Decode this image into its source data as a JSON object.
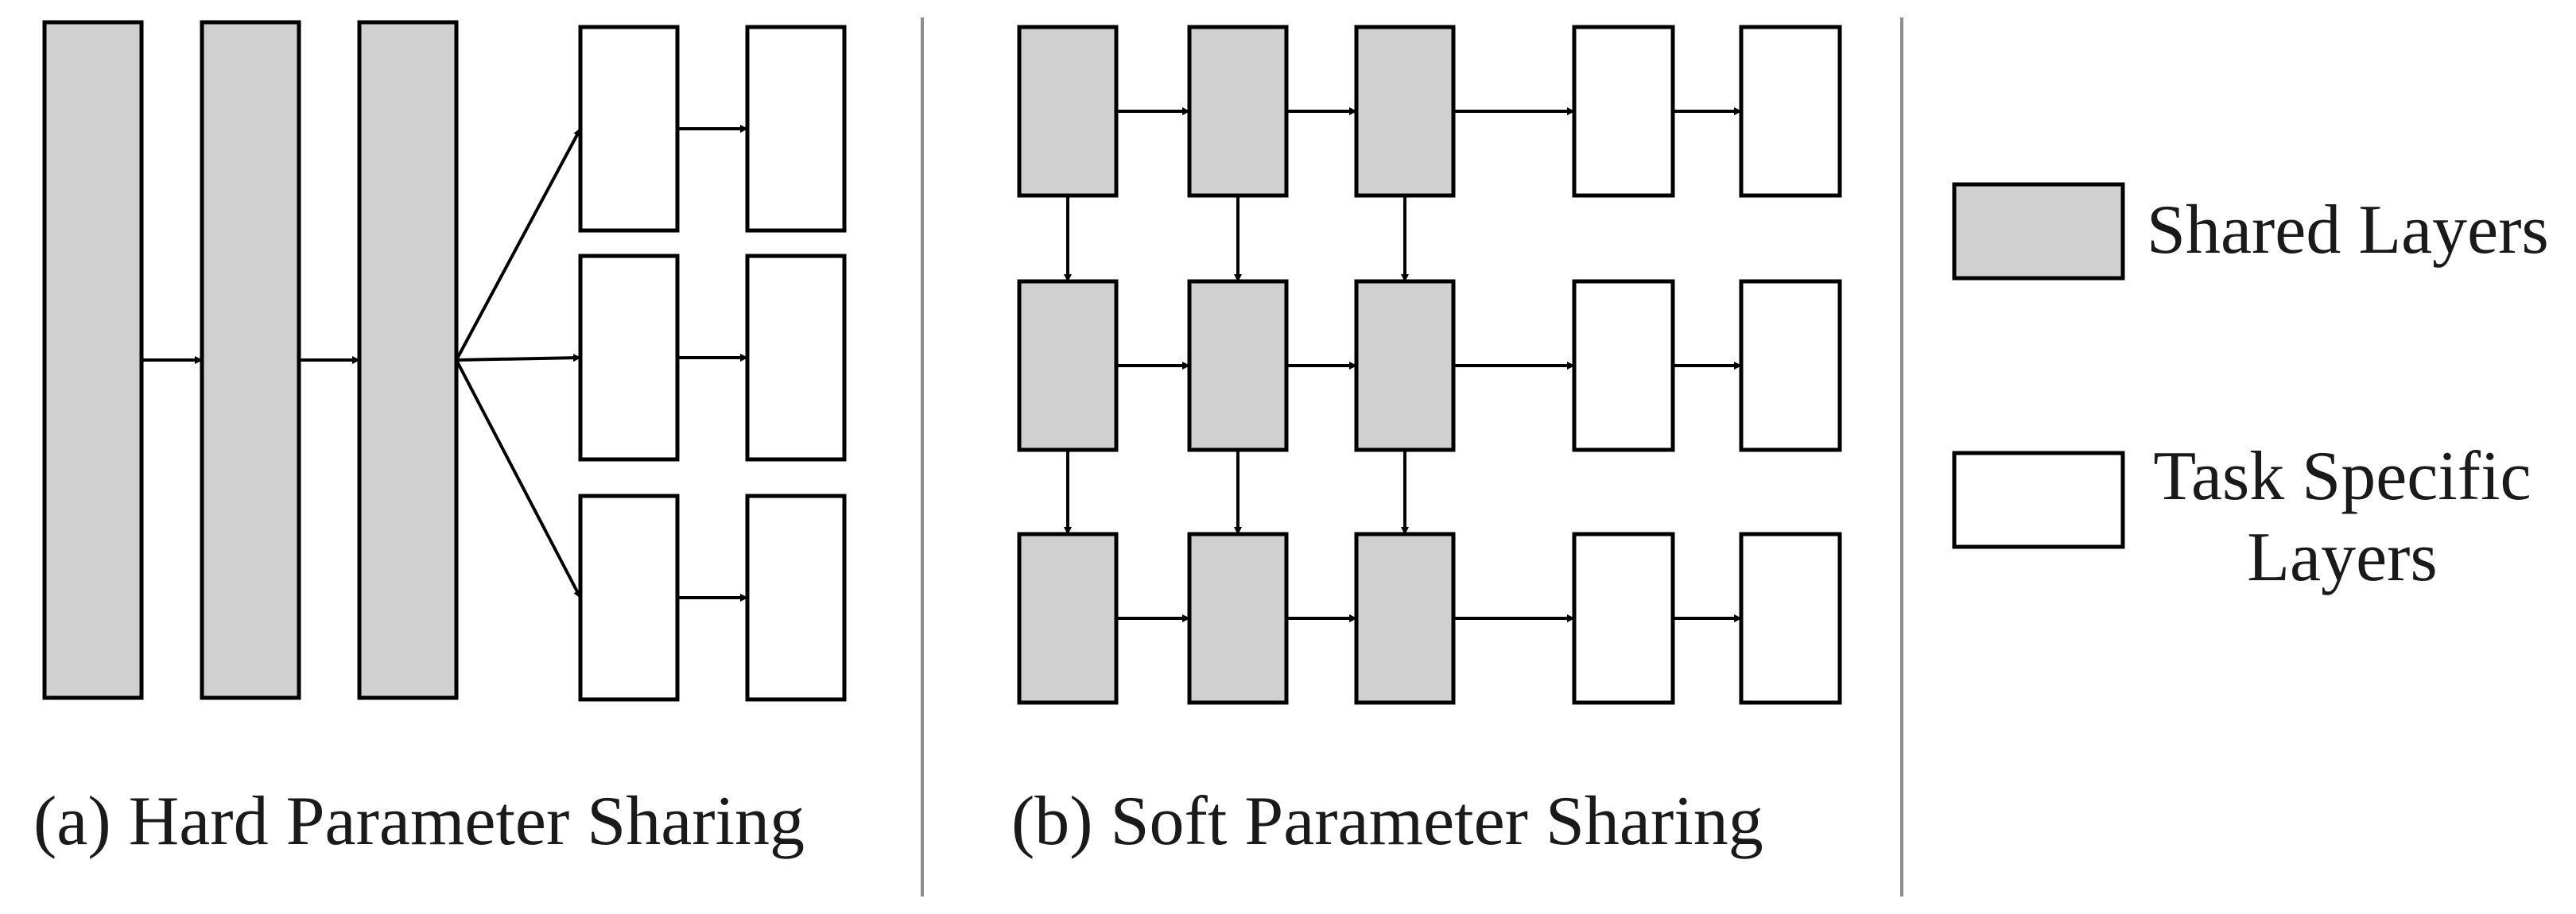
{
  "colors": {
    "shared_fill": "#d0d0d0",
    "task_fill": "#ffffff",
    "stroke": "#000000",
    "divider": "#8c8c8c",
    "text": "#1a1a1a"
  },
  "panels": {
    "hard": {
      "caption": "(a) Hard Parameter Sharing",
      "shared_layer_count": 3,
      "task_branches": 3,
      "task_layers_per_branch": 2
    },
    "soft": {
      "caption": "(b) Soft Parameter Sharing",
      "task_rows": 3,
      "shared_layers_per_row": 3,
      "task_layers_per_row": 2
    }
  },
  "legend": {
    "shared": {
      "label": "Shared Layers",
      "icon": "shared-layer-swatch"
    },
    "task": {
      "label_line1": "Task Specific",
      "label_line2": "Layers",
      "icon": "task-layer-swatch"
    }
  }
}
